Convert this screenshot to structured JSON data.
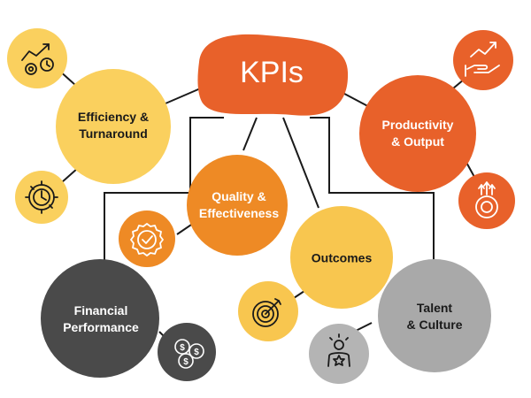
{
  "colors": {
    "orange_dark": "#E8612A",
    "orange": "#EE8A25",
    "yellow": "#F8C64F",
    "yellow_light": "#FAD05E",
    "gray_dark": "#4A4A4A",
    "gray": "#9F9F9F",
    "gray_light": "#B4B4B4",
    "line": "#1a1a1a"
  },
  "center": {
    "title": "KPIs"
  },
  "nodes": {
    "efficiency": {
      "line1": "Efficiency &",
      "line2": "Turnaround"
    },
    "productivity": {
      "line1": "Productivity",
      "line2": "& Output"
    },
    "quality": {
      "line1": "Quality &",
      "line2": "Effectiveness"
    },
    "outcomes": {
      "line1": "Outcomes"
    },
    "financial": {
      "line1": "Financial",
      "line2": "Performance"
    },
    "talent": {
      "line1": "Talent",
      "line2": "& Culture"
    }
  },
  "icons": [
    "gear-growth-icon",
    "clock-gear-icon",
    "hand-growth-icon",
    "gear-arrows-up-icon",
    "quality-badge-icon",
    "target-icon",
    "dollar-coins-icon",
    "employee-star-icon"
  ]
}
